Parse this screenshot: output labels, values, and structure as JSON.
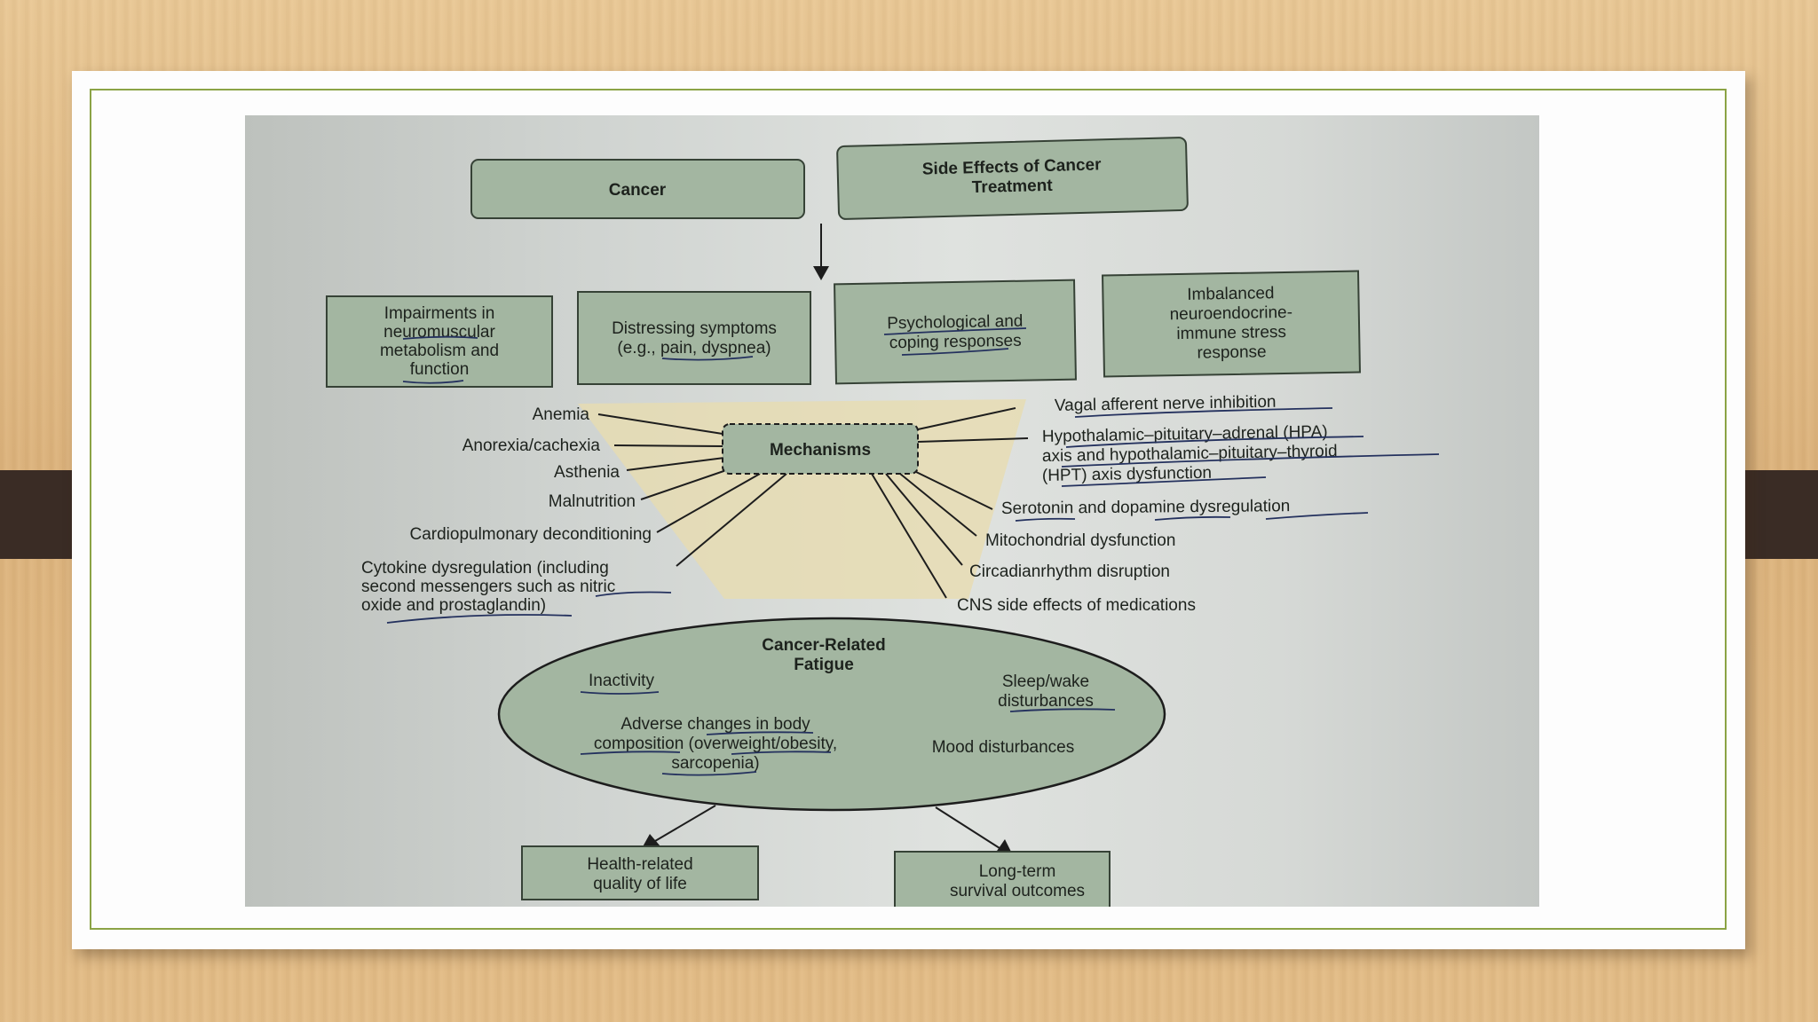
{
  "colors": {
    "box_fill": "#a3b6a1",
    "slide_border": "#8ba345",
    "trapezoid": "#e7dcb0",
    "pen": "#24315e"
  },
  "diagram": {
    "top": {
      "cancer": "Cancer",
      "side_effects": [
        "Side Effects of Cancer",
        "Treatment"
      ]
    },
    "mid": {
      "impairments": [
        "Impairments in",
        "neuromuscular",
        "metabolism and",
        "function"
      ],
      "distressing": [
        "Distressing symptoms",
        "(e.g., pain, dyspnea)"
      ],
      "psychological": [
        "Psychological and",
        "coping responses"
      ],
      "imbalanced": [
        "Imbalanced",
        "neuroendocrine-",
        "immune stress",
        "response"
      ]
    },
    "mechanisms": "Mechanisms",
    "left_factors": [
      "Anemia",
      "Anorexia/cachexia",
      "Asthenia",
      "Malnutrition",
      "Cardiopulmonary deconditioning"
    ],
    "cytokine": [
      "Cytokine dysregulation (including",
      "second messengers such as nitric",
      "oxide and prostaglandin)"
    ],
    "right_factors": {
      "vagal": "Vagal afferent nerve inhibition",
      "hpa": [
        "Hypothalamic–pituitary–adrenal (HPA)",
        "axis and hypothalamic–pituitary–thyroid",
        "(HPT) axis dysfunction"
      ],
      "serotonin": "Serotonin and dopamine dysregulation",
      "mito": "Mitochondrial dysfunction",
      "circadian": "Circadianrhythm disruption",
      "cns": "CNS side effects of medications"
    },
    "fatigue": {
      "title": [
        "Cancer-Related",
        "Fatigue"
      ],
      "inactivity": "Inactivity",
      "sleep": [
        "Sleep/wake",
        "disturbances"
      ],
      "adverse": [
        "Adverse changes in body",
        "composition (overweight/obesity,",
        "sarcopenia)"
      ],
      "mood": "Mood disturbances"
    },
    "outcomes": {
      "hrqol": [
        "Health-related",
        "quality of life"
      ],
      "survival": [
        "Long-term",
        "survival outcomes"
      ]
    }
  }
}
